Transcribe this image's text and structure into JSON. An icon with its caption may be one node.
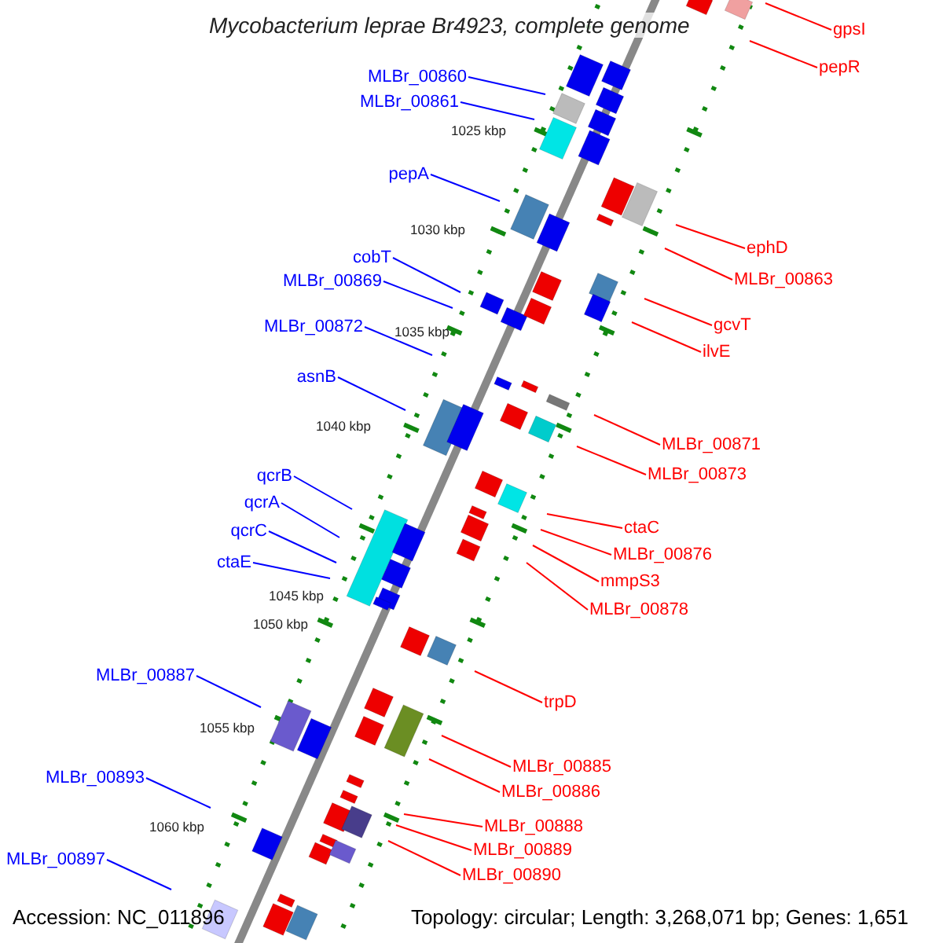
{
  "diagram": {
    "title": "Mycobacterium leprae Br4923, complete genome",
    "nodes": [
      {
        "text": [
          "gpsI"
        ]
      },
      {
        "text": [
          "pepR"
        ]
      },
      {
        "text": [
          "MLBr_00860"
        ]
      },
      {
        "text": [
          "MLBr_00861"
        ]
      },
      {
        "text": [
          "pepA"
        ]
      },
      {
        "text": [
          "ephD"
        ]
      },
      {
        "text": [
          "cobT"
        ]
      },
      {
        "text": [
          "MLBr_00869"
        ]
      },
      {
        "text": [
          "MLBr_00863"
        ]
      },
      {
        "text": [
          "gcvT"
        ]
      },
      {
        "text": [
          "MLBr_00872"
        ]
      },
      {
        "text": [
          "ilvE"
        ]
      },
      {
        "text": [
          "asnB"
        ]
      },
      {
        "text": [
          "MLBr_00871"
        ]
      },
      {
        "text": [
          "MLBr_00873"
        ]
      },
      {
        "text": [
          "qcrB"
        ]
      },
      {
        "text": [
          "qcrA"
        ]
      },
      {
        "text": [
          "ctaC"
        ]
      },
      {
        "text": [
          "qcrC"
        ]
      },
      {
        "text": [
          "MLBr_00876"
        ]
      },
      {
        "text": [
          "mmpS3"
        ]
      },
      {
        "text": [
          "ctaE"
        ]
      },
      {
        "text": [
          "MLBr_00878"
        ]
      },
      {
        "text": [
          "MLBr_00887"
        ]
      },
      {
        "text": [
          "trpD"
        ]
      },
      {
        "text": [
          "MLBr_00885"
        ]
      },
      {
        "text": [
          "MLBr_00886"
        ]
      },
      {
        "text": [
          "MLBr_00893"
        ]
      },
      {
        "text": [
          "MLBr_00888"
        ]
      },
      {
        "text": [
          "MLBr_00889"
        ]
      },
      {
        "text": [
          "MLBr_00890"
        ]
      },
      {
        "text": [
          "MLBr_00897"
        ]
      }
    ],
    "edges": [
      {
        "from": 0,
        "to": null,
        "arrow": "none"
      },
      {
        "from": 1,
        "to": null,
        "arrow": "none"
      },
      {
        "from": 2,
        "to": null,
        "arrow": "none",
        "color": "#0000ff"
      },
      {
        "from": 3,
        "to": null,
        "arrow": "none",
        "color": "#0000ff"
      },
      {
        "from": 4,
        "to": null,
        "arrow": "none",
        "color": "#0000ff"
      },
      {
        "from": 5,
        "to": null,
        "arrow": "none"
      },
      {
        "from": 6,
        "to": null,
        "arrow": "none",
        "color": "#0000ff"
      },
      {
        "from": 7,
        "to": null,
        "arrow": "none",
        "color": "#0000ff"
      },
      {
        "from": 8,
        "to": null,
        "arrow": "none"
      },
      {
        "from": 9,
        "to": null,
        "arrow": "none"
      },
      {
        "from": 10,
        "to": null,
        "arrow": "none",
        "color": "#0000ff"
      },
      {
        "from": 11,
        "to": null,
        "arrow": "none"
      },
      {
        "from": 12,
        "to": null,
        "arrow": "none",
        "color": "#0000ff"
      },
      {
        "from": 13,
        "to": null,
        "arrow": "none"
      },
      {
        "from": 14,
        "to": null,
        "arrow": "none"
      },
      {
        "from": 15,
        "to": null,
        "arrow": "none",
        "color": "#0000ff"
      },
      {
        "from": 16,
        "to": null,
        "arrow": "none",
        "color": "#0000ff"
      },
      {
        "from": 17,
        "to": null,
        "arrow": "none"
      },
      {
        "from": 18,
        "to": null,
        "arrow": "none",
        "color": "#0000ff"
      },
      {
        "from": 19,
        "to": null,
        "arrow": "none"
      },
      {
        "from": 20,
        "to": null,
        "arrow": "none"
      },
      {
        "from": 21,
        "to": null,
        "arrow": "none",
        "color": "#0000ff"
      },
      {
        "from": 22,
        "to": null,
        "arrow": "none"
      },
      {
        "from": 23,
        "to": null,
        "arrow": "none",
        "color": "#0000ff"
      },
      {
        "from": 24,
        "to": null,
        "arrow": "none"
      },
      {
        "from": 25,
        "to": null,
        "arrow": "none"
      },
      {
        "from": 26,
        "to": null,
        "arrow": "none"
      },
      {
        "from": 27,
        "to": null,
        "arrow": "none",
        "color": "#0000ff"
      },
      {
        "from": 28,
        "to": null,
        "arrow": "none"
      },
      {
        "from": 29,
        "to": null,
        "arrow": "none"
      },
      {
        "from": 30,
        "to": null,
        "arrow": "none"
      },
      {
        "from": 31,
        "to": null,
        "arrow": "none",
        "color": "#0000ff"
      }
    ],
    "labels": [
      "1025 kbp",
      "1030 kbp",
      "1035 kbp",
      "1040 kbp",
      "1045 kbp",
      "1050 kbp",
      "1055 kbp",
      "1060 kbp",
      "Accession: NC_011896",
      "Topology: circular; Length: 3,268,071 bp; Genes: 1,651"
    ]
  }
}
